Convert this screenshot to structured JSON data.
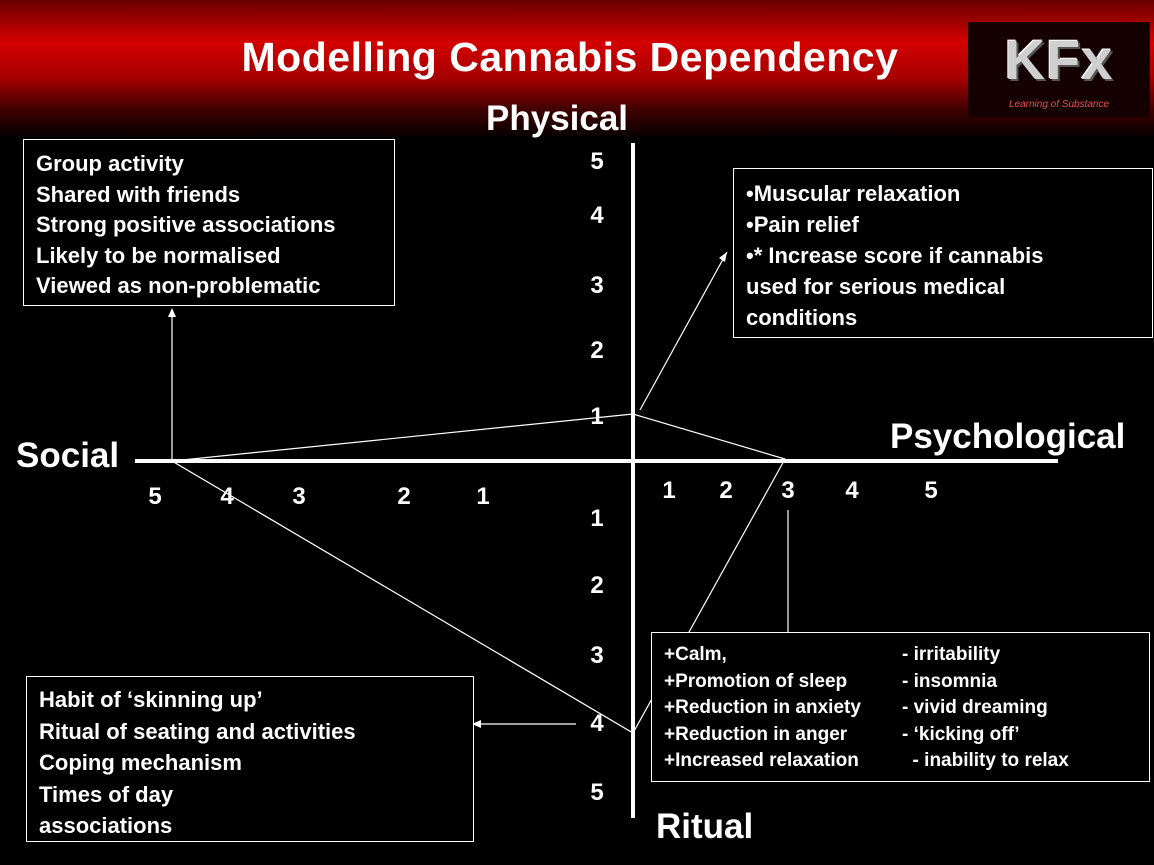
{
  "title": "Modelling  Cannabis Dependency",
  "logo": {
    "text": "KFx",
    "tagline": "Learning of Substance"
  },
  "axes": {
    "top": "Physical",
    "bottom": "Ritual",
    "left": "Social",
    "right": "Psychological"
  },
  "ticks": {
    "physical": [
      "5",
      "4",
      "3",
      "2",
      "1"
    ],
    "ritual": [
      "1",
      "2",
      "3",
      "4",
      "5"
    ],
    "social": [
      "5",
      "4",
      "3",
      "2",
      "1"
    ],
    "psychological": [
      "1",
      "2",
      "3",
      "4",
      "5"
    ]
  },
  "boxes": {
    "social": [
      "Group activity",
      "Shared with friends",
      "Strong positive associations",
      "Likely to be normalised",
      "Viewed as non-problematic"
    ],
    "physical": [
      "•Muscular relaxation",
      "•Pain relief",
      "•* Increase score if cannabis",
      "used for serious medical",
      "conditions"
    ],
    "ritual": [
      "Habit of ‘skinning up’",
      "Ritual of seating and activities",
      "Coping mechanism",
      "Times of day",
      "associations"
    ],
    "psychological": [
      {
        "left": "+Calm,",
        "right": "- irritability"
      },
      {
        "left": "+Promotion of sleep",
        "right": "- insomnia"
      },
      {
        "left": "+Reduction in anxiety",
        "right": "- vivid dreaming"
      },
      {
        "left": "+Reduction in anger",
        "right": "- ‘kicking off’"
      },
      {
        "left": "+Increased relaxation",
        "right": "  - inability to relax"
      }
    ]
  },
  "profile_scores": {
    "physical": 1,
    "psychological": 3,
    "ritual": 4,
    "social": 5
  }
}
